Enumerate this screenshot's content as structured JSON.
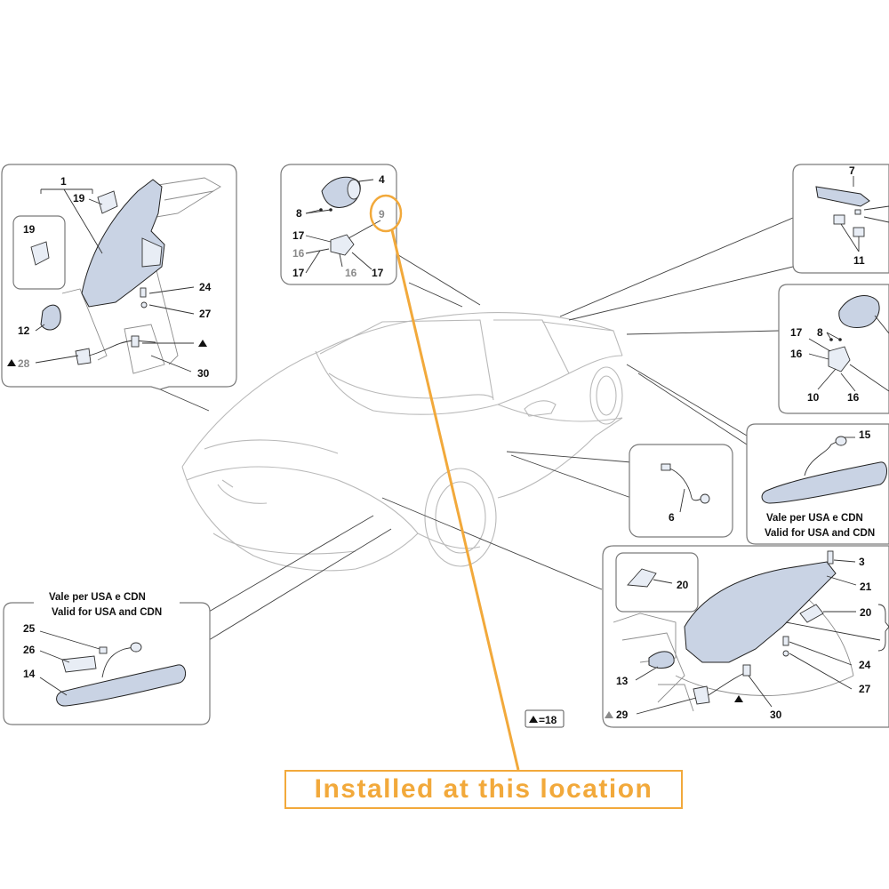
{
  "caption": "Installed at this location",
  "labels": {
    "p1_group": "1",
    "p1_19a": "19",
    "p1_19b": "19",
    "p1_24": "24",
    "p1_27": "27",
    "p1_12": "12",
    "p1_28": "28",
    "p1_30": "30",
    "p2_4": "4",
    "p2_9": "9",
    "p2_8": "8",
    "p2_17a": "17",
    "p2_16a": "16",
    "p2_17b": "17",
    "p2_16b": "16",
    "p2_17c": "17",
    "p3_7": "7",
    "p3_11": "11",
    "p4_17": "17",
    "p4_8": "8",
    "p4_16a": "16",
    "p4_10": "10",
    "p4_16b": "16",
    "p5_15": "15",
    "p6_6": "6",
    "p7_3": "3",
    "p7_20a": "20",
    "p7_21": "21",
    "p7_20b": "20",
    "p7_24": "24",
    "p7_27": "27",
    "p7_13": "13",
    "p7_29": "29",
    "p7_30": "30",
    "p8_25": "25",
    "p8_26": "26",
    "p8_14": "14"
  },
  "notes": {
    "usa_it": "Vale per USA e CDN",
    "usa_en": "Valid for USA and CDN",
    "legend": "=18"
  },
  "colors": {
    "highlight": "#f2a93b",
    "part_fill": "#c9d3e4"
  }
}
